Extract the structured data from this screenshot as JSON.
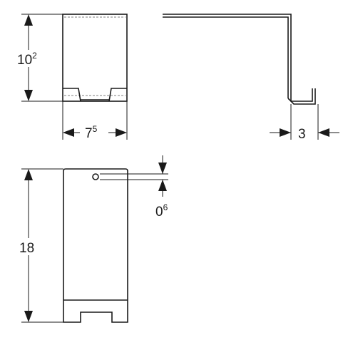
{
  "dimensions": {
    "top_view_height": {
      "main": "10",
      "sup": "2"
    },
    "top_view_width": {
      "main": "7",
      "sup": "5"
    },
    "side_offset": {
      "main": "3"
    },
    "front_view_height": {
      "main": "18"
    },
    "hole_offset": {
      "main": "0",
      "sup": "6"
    }
  },
  "colors": {
    "line": "#1a1a1a",
    "hidden_line": "#555555",
    "background": "#ffffff"
  }
}
